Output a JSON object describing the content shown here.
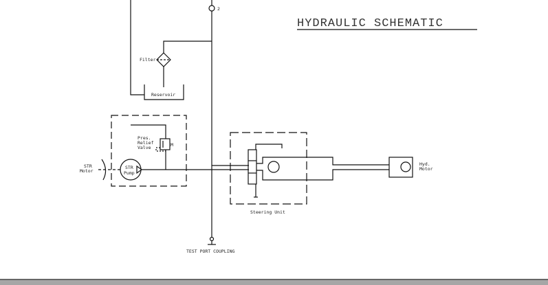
{
  "title": "HYDRAULIC SCHEMATIC",
  "labels": {
    "port": "2",
    "filter": "Filter",
    "reservoir": "Reservoir",
    "relief_line1": "Pres.",
    "relief_line2": "Relief",
    "relief_line3": "Valve",
    "relief_m": "M",
    "str_motor_line1": "STR",
    "str_motor_line2": "Motor",
    "pump_line1": "STR",
    "pump_line2": "Pump",
    "steering_unit": "Steering Unit",
    "hyd_motor_line1": "Hyd.",
    "hyd_motor_line2": "Motor",
    "test_port": "TEST PORT COUPLING"
  }
}
